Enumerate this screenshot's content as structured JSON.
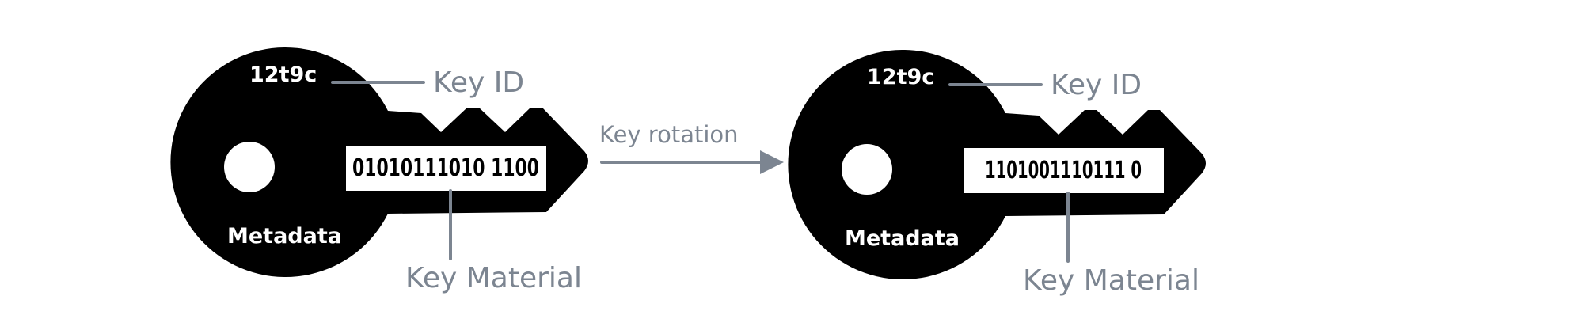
{
  "colors": {
    "key_fill": "#000000",
    "label_gray": "#7c8591",
    "background": "#ffffff"
  },
  "arrow_label": "Key rotation",
  "keys": [
    {
      "key_id": "12t9c",
      "key_id_label": "Key ID",
      "metadata_label": "Metadata",
      "key_material": "01010111010 1100",
      "key_material_label": "Key Material"
    },
    {
      "key_id": "12t9c",
      "key_id_label": "Key ID",
      "metadata_label": "Metadata",
      "key_material": "1101001110111 0",
      "key_material_label": "Key Material"
    }
  ]
}
